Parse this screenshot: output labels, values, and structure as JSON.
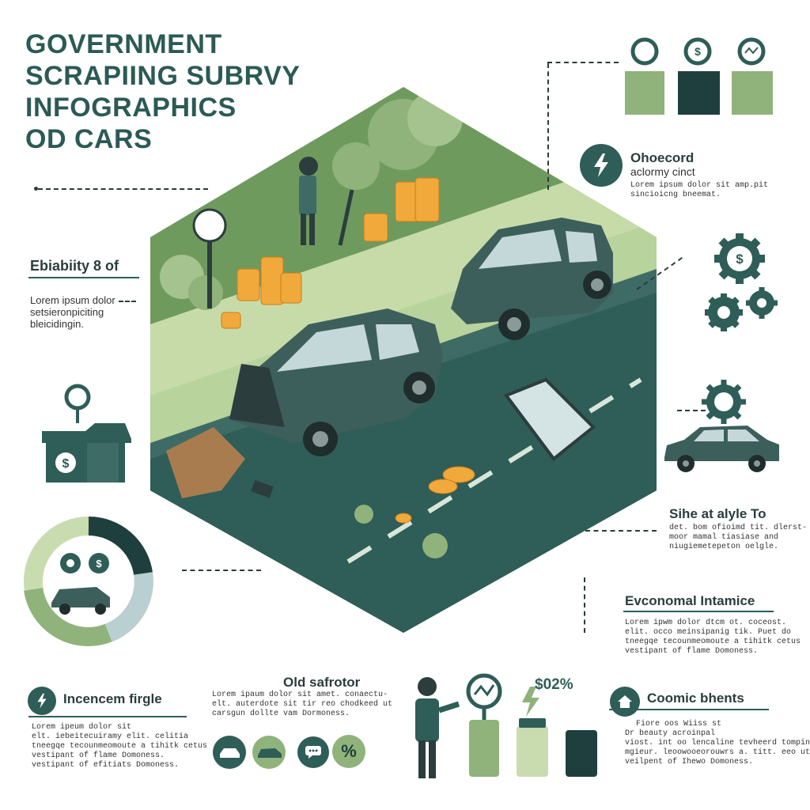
{
  "title": {
    "line1": "GOVERNMENT",
    "line2": "SCRAPIING SUBRVY",
    "line3": "INFOGRAPHICS",
    "line4": "OD CARS"
  },
  "left_panel": {
    "heading": "Ebiabiity 8 of",
    "body": [
      "Lorem ipsum dolor",
      "setsieronpiciting",
      "bleicidingin."
    ]
  },
  "right_top": {
    "heading": "Ohoecord",
    "subheading": "aclormy cinct",
    "body": [
      "Lorem ipsum dolor sit amp.pit",
      "sincioicng bneemat."
    ]
  },
  "right_mid": {
    "heading": "Sihe at alyle To",
    "body": [
      "det. bom ofioimd tit. dlerst-",
      "moor mamal tiasiase and",
      "niugiemetepeton oelgle."
    ]
  },
  "right_lower": {
    "heading": "Evconomal Intamice",
    "body": [
      "Lorem ipwm dolor dtcm ot. coceost.",
      "elit. occo meinsipanig tik. Puet do",
      "tneegqe tecounmeomoute a tihitk cetus",
      "vestipant of flame Domoness."
    ]
  },
  "bottom_left": {
    "heading": "Incencem firgle",
    "body": [
      "Lorem ipeum dolor sit",
      "elt. iebeitecuiramy elit. celitia",
      "tneegqe tecounmeomoute a tihitk cetus",
      "vestipant of flame Domoness.",
      "vestipant of efitiats Domoness."
    ]
  },
  "bottom_mid": {
    "heading": "Old safrotor",
    "body": [
      "Lorem ipaum dolor sit amet. conaectu-",
      "elt. auterdote sit tir reo chodkeed ut",
      "carsgun dollte vam Dormoness."
    ],
    "percent_label": "%"
  },
  "bottom_chart": {
    "value_label": "$02%"
  },
  "bottom_right": {
    "heading": "Coomic bhents",
    "body": [
      "Fiore oos Wiiss st",
      "Dr beauty acroinpal",
      "viost. int oo lencaline tevheerd tompin",
      "mgieur. leoowooeorouwrs a. titt. eeo ut",
      "veilpent of Ihewo Domoness."
    ]
  },
  "colors": {
    "dark_teal": "#2f5d58",
    "sage": "#8fb37a",
    "light_green": "#c9dcb0",
    "pale_blue": "#b9cfd1",
    "coin": "#f2a93b"
  }
}
